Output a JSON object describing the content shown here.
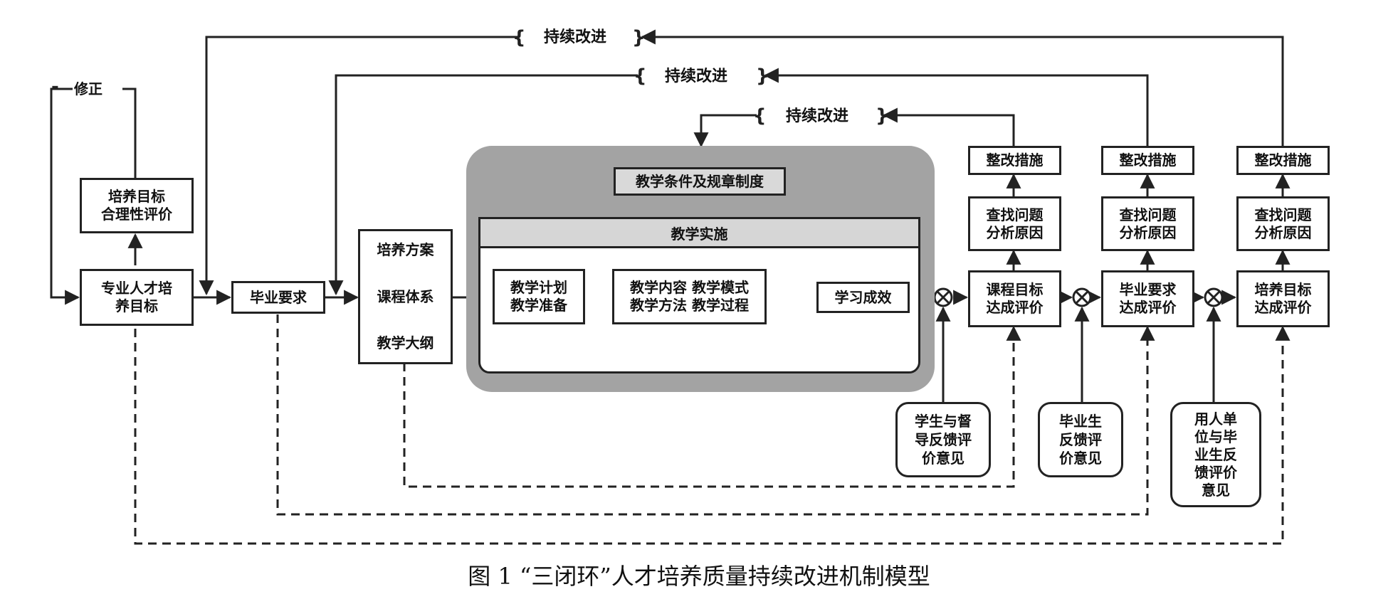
{
  "nodes": {
    "correction_label": "修正",
    "goal_rationality": "培养目标\n合理性评价",
    "talent_goal": "专业人才培\n养目标",
    "grad_requirement": "毕业要求",
    "plan_stack": {
      "training_plan": "培养方案",
      "curriculum": "课程体系",
      "syllabus": "教学大纲"
    },
    "teaching_conditions": "教学条件及规章制度",
    "teaching_implementation": "教学实施",
    "teaching_plan": "教学计划\n教学准备",
    "teaching_content": "教学内容  教学模式\n教学方法  教学过程",
    "learning_outcome": "学习成效",
    "course_goal_eval": "课程目标\n达成评价",
    "grad_req_eval": "毕业要求\n达成评价",
    "train_goal_eval": "培养目标\n达成评价",
    "find_problem_1": "查找问题\n分析原因",
    "find_problem_2": "查找问题\n分析原因",
    "find_problem_3": "查找问题\n分析原因",
    "rectify_1": "整改措施",
    "rectify_2": "整改措施",
    "rectify_3": "整改措施",
    "feedback_students": "学生与督\n导反馈评\n价意见",
    "feedback_graduates": "毕业生\n反馈评\n价意见",
    "feedback_employers": "用人单\n位与毕\n业生反\n馈评价\n意见"
  },
  "loops": {
    "outer": "持续改进",
    "middle": "持续改进",
    "inner": "持续改进"
  },
  "caption": "图 1 “三闭环”人才培养质量持续改进机制模型"
}
